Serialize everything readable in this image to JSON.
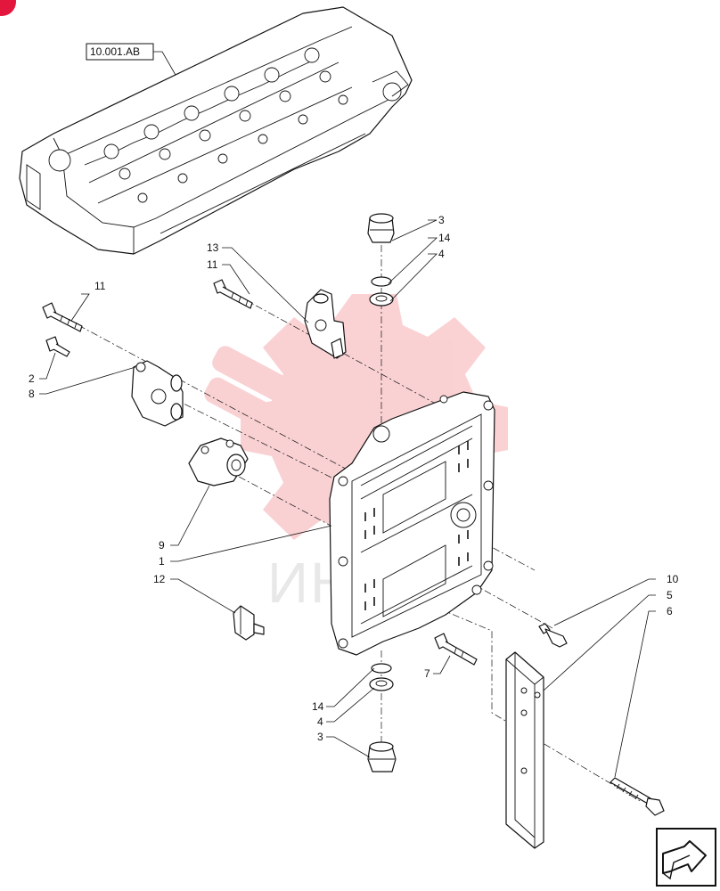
{
  "colors": {
    "line": "#111111",
    "background": "#ffffff",
    "watermark": "#e8323c",
    "corner_marker": "#e3173e"
  },
  "reference_box": {
    "label": "10.001.AB"
  },
  "callouts": {
    "c3_top": "3",
    "c14_top": "14",
    "c4_top": "4",
    "c13": "13",
    "c11_upper": "11",
    "c11_left": "11",
    "c2": "2",
    "c8": "8",
    "c9": "9",
    "c1": "1",
    "c12": "12",
    "c10": "10",
    "c5": "5",
    "c6": "6",
    "c7": "7",
    "c14_bottom": "14",
    "c4_bottom": "4",
    "c3_bottom": "3"
  },
  "watermark": {
    "text": "ИНТЕХ",
    "icon": "gear-logo-icon"
  },
  "nav": {
    "icon": "next-page-arrow-icon"
  }
}
